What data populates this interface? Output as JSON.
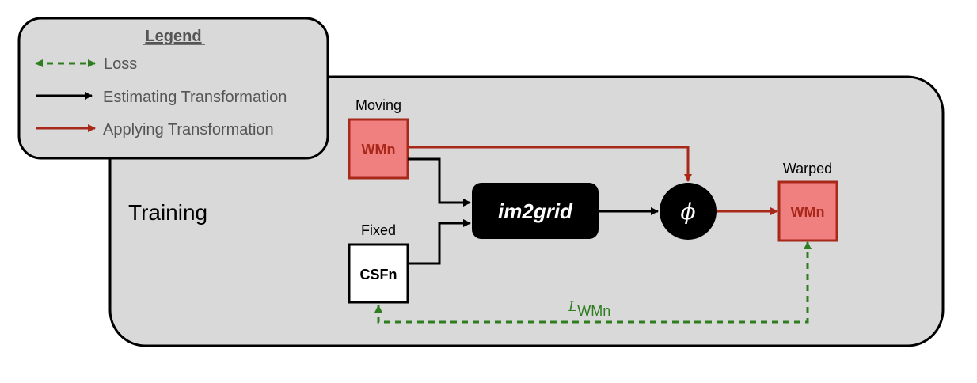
{
  "legend": {
    "title": "Legend",
    "items": [
      {
        "label": "Loss"
      },
      {
        "label": "Estimating Transformation"
      },
      {
        "label": "Applying Transformation"
      }
    ]
  },
  "training": {
    "label": "Training"
  },
  "moving": {
    "caption": "Moving",
    "box": "WMn"
  },
  "fixed": {
    "caption": "Fixed",
    "box": "CSFn"
  },
  "network": {
    "label": "im2grid"
  },
  "phi": {
    "symbol": "ϕ"
  },
  "warped": {
    "caption": "Warped",
    "box": "WMn"
  },
  "loss": {
    "symbol": "L",
    "subscript": "WMn"
  },
  "colors": {
    "loss": "#2e7d1f",
    "estimate": "#000000",
    "apply": "#a8281a",
    "wm_fill": "#f08080",
    "panel": "#d9d9d9"
  }
}
